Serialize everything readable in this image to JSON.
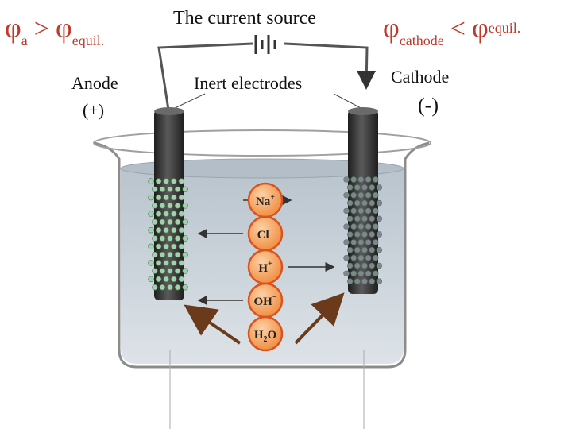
{
  "left_condition": {
    "phi": "φ",
    "sub": "a",
    "relation": ">",
    "phi2": "φ",
    "sub2": "equil."
  },
  "right_condition": {
    "phi": "φ",
    "sub": "cathode",
    "relation": "<",
    "phi2": "φ",
    "sub2": "equil."
  },
  "labels": {
    "current_source": "The current source",
    "inert_electrodes": "Inert electrodes",
    "anode": "Anode",
    "anode_sign": "(+)",
    "cathode": "Cathode",
    "cathode_sign": "(-)"
  },
  "ions": [
    {
      "base": "Na",
      "sup": "+",
      "sub": ""
    },
    {
      "base": "Cl",
      "sup": "−",
      "sub": ""
    },
    {
      "base": "H",
      "sup": "+",
      "sub": ""
    },
    {
      "base": "OH",
      "sup": "−",
      "sub": ""
    },
    {
      "base": "H",
      "sup": "",
      "sub": "2",
      "tail": "O"
    }
  ],
  "colors": {
    "phi": "#c0392b",
    "ion_fill": "#f2a25a",
    "ion_ring": "#d9531e",
    "electrode": "#3a3a3a",
    "solution": "#c9d3dc",
    "bubble": "#9fd3a8"
  }
}
